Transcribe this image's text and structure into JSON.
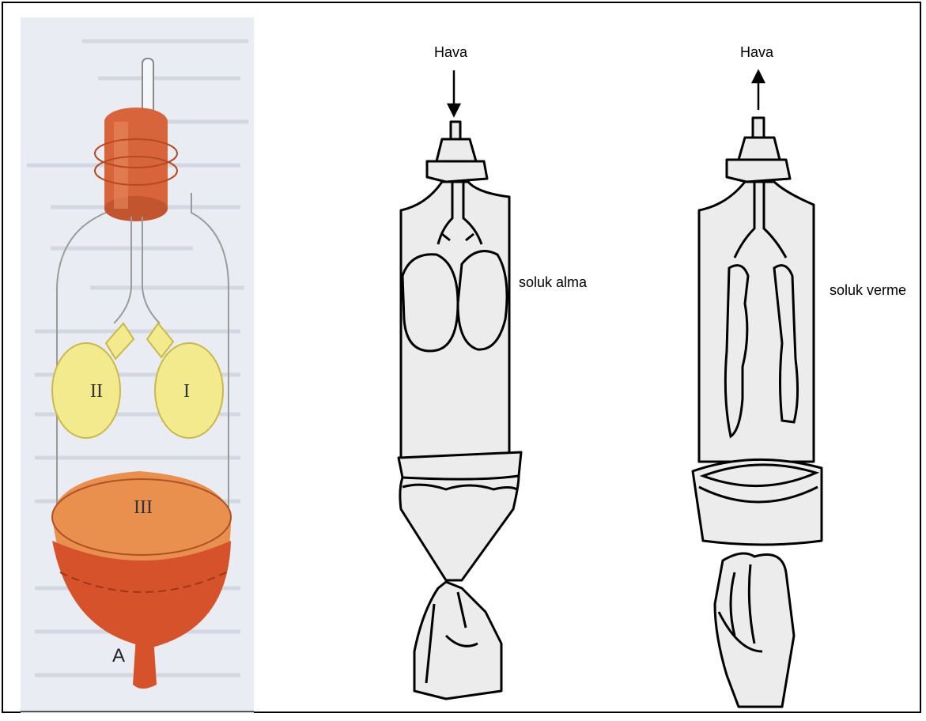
{
  "panel_left": {
    "labels": {
      "lung_right": "II",
      "lung_left": "I",
      "diaphragm": "III",
      "knob": "A"
    }
  },
  "panel_middle": {
    "air_label": "Hava",
    "caption": "soluk alma"
  },
  "panel_right": {
    "air_label": "Hava",
    "caption": "soluk verme"
  },
  "colors": {
    "background_page": "#e9edf3",
    "cork": "#d7643a",
    "lungs": "#f3ea8e",
    "diaphragm": "#e9904e",
    "diaphragm_dark": "#d5522b",
    "sketch_fill": "#ececec"
  }
}
